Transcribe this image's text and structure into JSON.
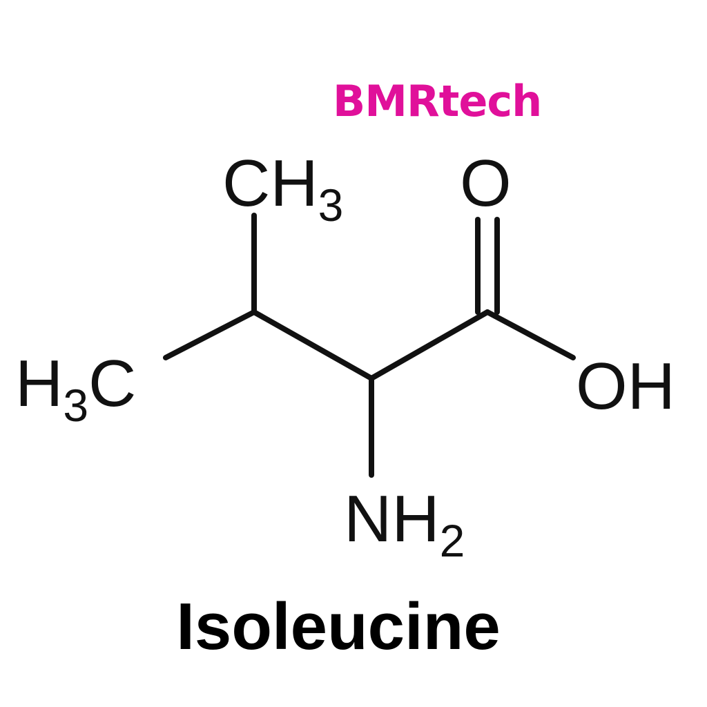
{
  "brand": {
    "watermark_text": "BMRtech",
    "watermark_color": "#e0109a"
  },
  "molecule": {
    "name": "Isoleucine",
    "labels": {
      "methyl_top": {
        "main": "CH",
        "sub": "3"
      },
      "methyl_left": {
        "pre": "H",
        "sub": "3",
        "post": "C"
      },
      "carbonyl_oxygen": {
        "main": "O"
      },
      "hydroxyl": {
        "main": "OH"
      },
      "amine": {
        "main": "NH",
        "sub": "2"
      }
    }
  },
  "colors": {
    "ink": "#111111",
    "background": "#ffffff"
  }
}
